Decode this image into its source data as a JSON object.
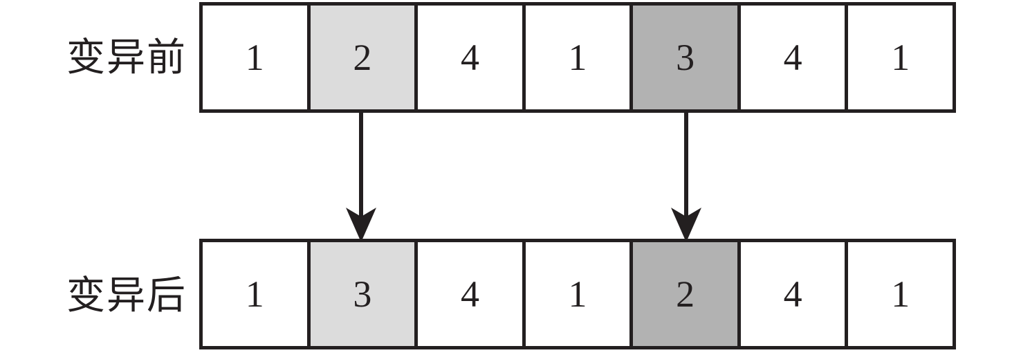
{
  "diagram": {
    "title": "swap-mutation-diagram",
    "colors": {
      "line": "#231f20",
      "background": "#ffffff",
      "shade_light": "#dcdcdc",
      "shade_dark": "#b2b2b2"
    },
    "rows": [
      {
        "id": "before",
        "label": "变异前",
        "cells": [
          {
            "value": "1",
            "shade": "none"
          },
          {
            "value": "2",
            "shade": "light"
          },
          {
            "value": "4",
            "shade": "none"
          },
          {
            "value": "1",
            "shade": "none"
          },
          {
            "value": "3",
            "shade": "dark"
          },
          {
            "value": "4",
            "shade": "none"
          },
          {
            "value": "1",
            "shade": "none"
          }
        ]
      },
      {
        "id": "after",
        "label": "变异后",
        "cells": [
          {
            "value": "1",
            "shade": "none"
          },
          {
            "value": "3",
            "shade": "light"
          },
          {
            "value": "4",
            "shade": "none"
          },
          {
            "value": "1",
            "shade": "none"
          },
          {
            "value": "2",
            "shade": "dark"
          },
          {
            "value": "4",
            "shade": "none"
          },
          {
            "value": "1",
            "shade": "none"
          }
        ]
      }
    ],
    "arrows": [
      {
        "id": "gene-2",
        "from_cell_index": 1,
        "to_cell_index": 1,
        "direction": "down"
      },
      {
        "id": "gene-5",
        "from_cell_index": 4,
        "to_cell_index": 4,
        "direction": "down"
      }
    ]
  }
}
